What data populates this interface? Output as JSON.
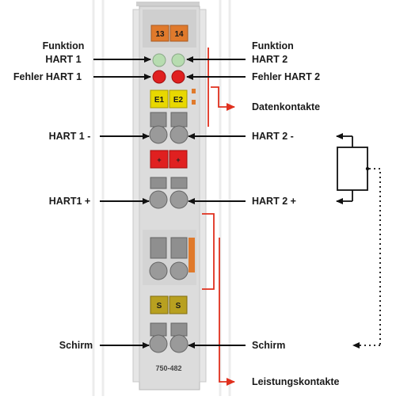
{
  "module": {
    "model": "750-482",
    "top_terminals": [
      "13",
      "14"
    ],
    "led_markers": [
      "E1",
      "E2"
    ],
    "plus_markers": [
      "+",
      "+"
    ],
    "shield_markers": [
      "S",
      "S"
    ]
  },
  "labels": {
    "funktion_hart1_line1": "Funktion",
    "funktion_hart1_line2": "HART 1",
    "funktion_hart2_line1": "Funktion",
    "funktion_hart2_line2": "HART 2",
    "fehler_hart1": "Fehler HART 1",
    "fehler_hart2": "Fehler HART 2",
    "datenkontakte": "Datenkontakte",
    "hart1_minus": "HART 1 -",
    "hart2_minus": "HART 2 -",
    "hart1_plus": "HART1 +",
    "hart2_plus": "HART 2 +",
    "schirm_left": "Schirm",
    "schirm_right": "Schirm",
    "leistungskontakte": "Leistungskontakte"
  },
  "colors": {
    "housing": "#dcdcdc",
    "housing_dark": "#c4c4c4",
    "orange_label": "#e07a2c",
    "led_green": "#b7dcb0",
    "led_red": "#e02020",
    "marker_yellow": "#e8d800",
    "marker_red": "#e02020",
    "marker_olive": "#b8a020",
    "arrow": "#111111",
    "contact_red": "#e0301e"
  }
}
